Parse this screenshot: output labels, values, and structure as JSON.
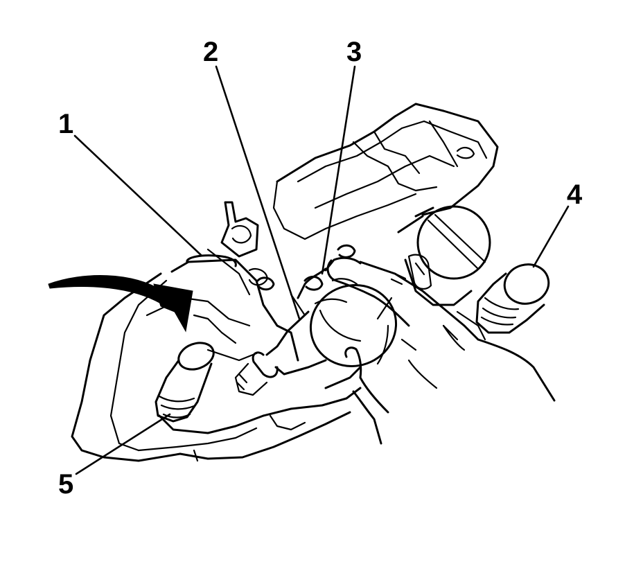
{
  "callouts": [
    {
      "id": "1",
      "text": "1"
    },
    {
      "id": "2",
      "text": "2"
    },
    {
      "id": "3",
      "text": "3"
    },
    {
      "id": "4",
      "text": "4"
    },
    {
      "id": "5",
      "text": "5"
    }
  ],
  "colors": {
    "ink": "#000000",
    "background": "#ffffff"
  }
}
